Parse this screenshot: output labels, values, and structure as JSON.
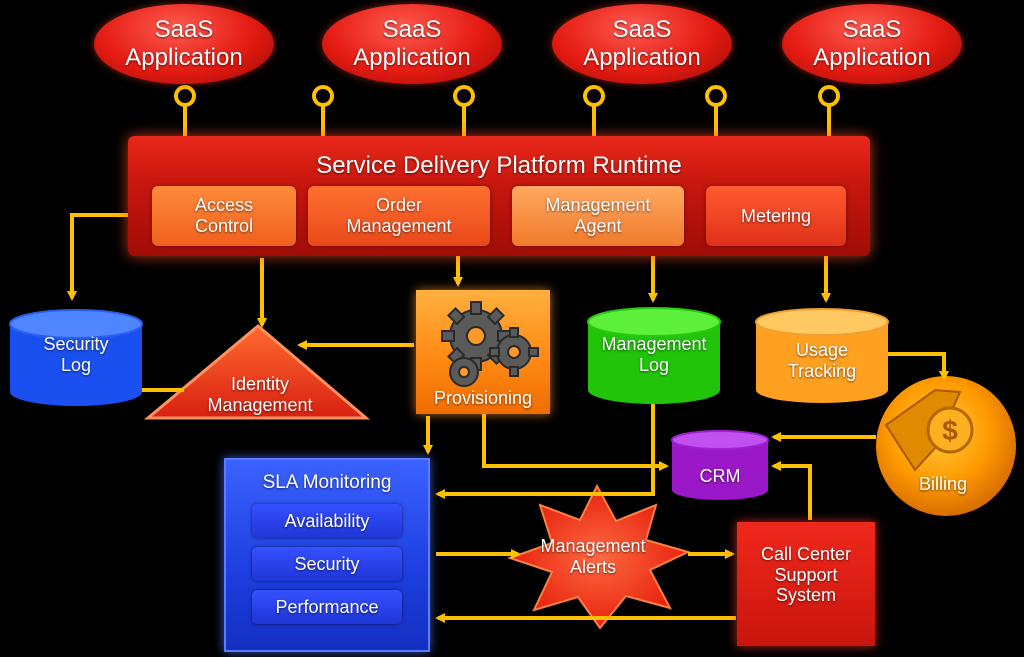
{
  "colors": {
    "background": "#000000",
    "connector": "#ffc000",
    "saas": "#e41b12",
    "platform": "#c4150c",
    "security_log": "#1f5eff",
    "management_log": "#2ed20e",
    "usage_tracking": "#ffa820",
    "crm": "#a020d0",
    "billing": "#ffa000",
    "sla": "#1d3ee0",
    "alerts": "#ff2a10"
  },
  "saas_apps": [
    {
      "label": "SaaS\nApplication"
    },
    {
      "label": "SaaS\nApplication"
    },
    {
      "label": "SaaS\nApplication"
    },
    {
      "label": "SaaS\nApplication"
    }
  ],
  "platform": {
    "title": "Service Delivery Platform Runtime",
    "modules": [
      {
        "label": "Access\nControl"
      },
      {
        "label": "Order\nManagement"
      },
      {
        "label": "Management\nAgent"
      },
      {
        "label": "Metering"
      }
    ]
  },
  "nodes": {
    "security_log": "Security\nLog",
    "identity_management": "Identity\nManagement",
    "provisioning": "Provisioning",
    "management_log": "Management\nLog",
    "usage_tracking": "Usage\nTracking",
    "billing": "Billing",
    "crm": "CRM",
    "management_alerts": "Management\nAlerts",
    "call_center": "Call Center\nSupport\nSystem"
  },
  "sla": {
    "title": "SLA Monitoring",
    "items": [
      {
        "label": "Availability"
      },
      {
        "label": "Security"
      },
      {
        "label": "Performance"
      }
    ]
  },
  "icons": {
    "provisioning": "gears-icon",
    "billing": "dollar-coin-icon"
  }
}
